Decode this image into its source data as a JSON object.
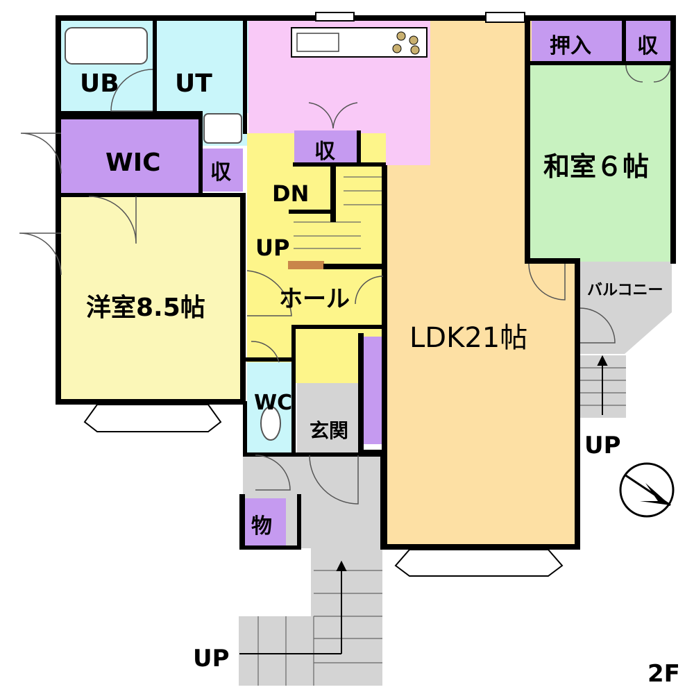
{
  "plan": {
    "floor": "2F",
    "compass": "north-arrow-icon",
    "rooms": {
      "ub": "UB",
      "ut": "UT",
      "wic": "WIC",
      "shu_wash": "収",
      "shu_kitchen": "収",
      "oshiire": "押入",
      "shu_washitsu": "収",
      "washitsu": "和室６帖",
      "dn": "DN",
      "up_stair": "UP",
      "hall": "ホール",
      "youshitsu": "洋室8.5帖",
      "ldk": "LDK21帖",
      "balcony": "バルコニー",
      "wc": "WC",
      "genkan": "玄関",
      "mono": "物",
      "up_balcony": "UP",
      "up_entry": "UP"
    },
    "colors": {
      "ldk": "#fde0a4",
      "kitchen": "#f9c9f7",
      "washitsu": "#c8f2c0",
      "youshitsu": "#fbf7b8",
      "hall": "#fdf58a",
      "storage": "#c59af0",
      "wet": "#c9f6fa",
      "gray": "#d4d4d4"
    }
  }
}
